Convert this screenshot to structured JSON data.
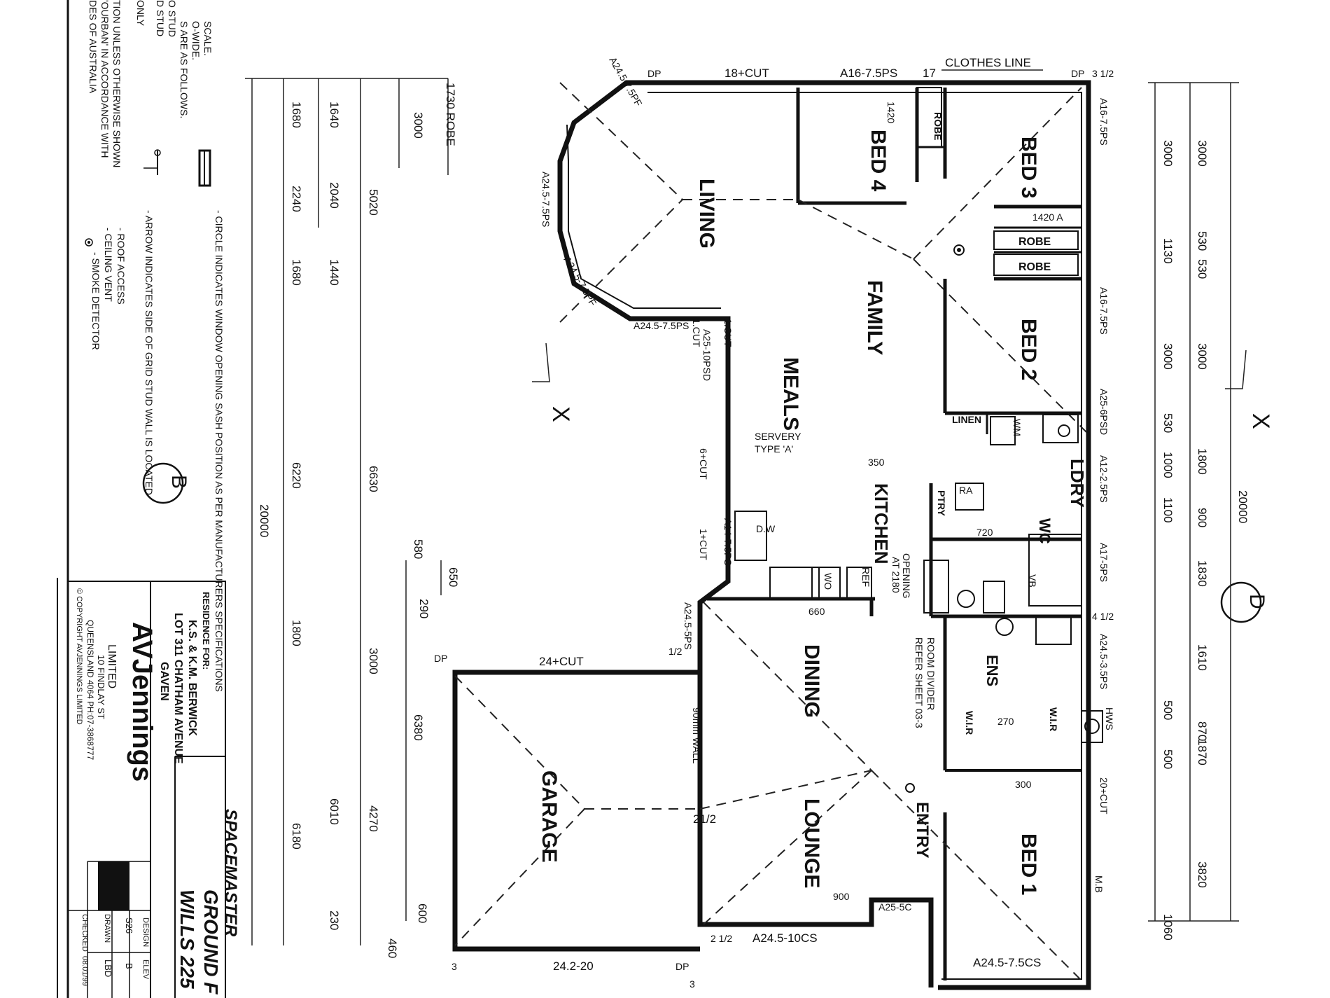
{
  "rooms": {
    "living": "LIVING",
    "bed4": "BED 4",
    "bed3": "BED 3",
    "bed2": "BED 2",
    "bed1": "BED 1",
    "family": "FAMILY",
    "meals": "MEALS",
    "kitchen": "KITCHEN",
    "dining": "DINING",
    "lounge": "LOUNGE",
    "garage": "GARAGE",
    "entry": "ENTRY",
    "ens": "ENS",
    "ldry": "LDRY",
    "wc": "WC",
    "robe": "ROBE",
    "linen": "LINEN",
    "wir": "W.I.R",
    "ptry": "PTRY"
  },
  "labels": {
    "clothes_line": "CLOTHES LINE",
    "servery": "SERVERY",
    "servery_type": "TYPE 'A'",
    "opening": "OPENING",
    "opening_at": "AT 2180",
    "room_divider": "ROOM DIVIDER",
    "refer_sheet": "REFER SHEET 03-3",
    "wall_90": "90mm WALL",
    "hws": "HWS",
    "mb": "M.B",
    "ref": "REF",
    "dw": "D.W",
    "wo": "WO",
    "vb": "VB",
    "wm": "WM",
    "ra": "RA",
    "section_x": "X",
    "elev_b": "B",
    "elev_d": "D"
  },
  "windows": {
    "w_top1": "18+CUT",
    "w_top2": "A16-7.5PS",
    "w_top3": "17",
    "w_bay1": "A24.5-7.5PF",
    "w_bay2": "A24.5-7.5PS",
    "w_bay3": "A24.5-7.5PF",
    "w_bay4": "A24.5-7.5PS",
    "w_meals": "A25-10PSD",
    "w_cut1": "1.CUT",
    "w_cut2": "1.CUT",
    "w_dp6": "6+CUT",
    "w_kit": "A14-7.5PS",
    "w_kit2": "1+CUT",
    "w_din": "A24.5-5PS",
    "w_gar": "24+CUT",
    "w_gar2": "21/2",
    "w_gar3": "24.2-20",
    "w_lnge": "A24.5-10CS",
    "w_bed1": "A24.5-7.5CS",
    "w_entry": "A25-5C",
    "w_r1": "A16-7.5PS",
    "w_r2": "A16-7.5PS",
    "w_r3": "A25-6PSD",
    "w_r4": "A12-2.5PS",
    "w_r5": "A17-5PS",
    "w_r6": "A24.5-3.5PS",
    "w_r7": "20+CUT"
  },
  "dims_right": [
    "3000",
    "1130",
    "530",
    "530",
    "3000",
    "530",
    "1000",
    "1100",
    "900",
    "1830",
    "1610",
    "500",
    "870",
    "500",
    "1870",
    "3820",
    "1060",
    "20000"
  ],
  "dims_right2": [
    "3000",
    "3000",
    "1800"
  ],
  "dims_left": [
    "1730 ROBE",
    "3000",
    "1640",
    "2040",
    "1440",
    "1680",
    "2240",
    "1680",
    "5020",
    "6630",
    "6220",
    "20000",
    "580",
    "650",
    "290",
    "1800",
    "3000",
    "6380",
    "6010",
    "4270",
    "6180",
    "230",
    "600",
    "460"
  ],
  "misc": [
    "3 1/2",
    "2 1/2",
    "1/2",
    "4 1/2",
    "1420 A",
    "1420",
    "720",
    "350",
    "300",
    "270",
    "660",
    "900",
    "DP",
    "3"
  ],
  "legend": {
    "lines": [
      "SCALE.",
      "O-WIDE.",
      "S ARE AS FOLLOWS.",
      "O STUD",
      "D STUD",
      "ONLY",
      "TION UNLESS OTHERWISE SHOWN",
      "'OURBAN' IN ACCORDANCE WITH",
      "DES OF AUSTRALIA"
    ],
    "sym1": "- CIRCLE INDICATES WINDOW OPENING SASH POSITION AS PER MANUFACTURERS SPECIFICATIONS",
    "sym2": "- ARROW INDICATES SIDE OF GRID STUD WALL IS LOCATED",
    "sym3": "- ROOF ACCESS",
    "sym4": "- CEILING VENT",
    "sym5": "- SMOKE DETECTOR"
  },
  "title_block": {
    "residence_for": "RESIDENCE FOR:",
    "client": "K.S. & K.M. BERWICK",
    "lot": "LOT 311 CHATHAM AVENUE",
    "suburb": "GAVEN",
    "company": "AVJennings",
    "limited": "LIMITED",
    "addr1": "10 FINDLAY ST",
    "addr2": "QUEENSLAND 4064 PH:07-3868777",
    "copyright": "© COPYRIGHT AVJENNINGS LIMITED",
    "product": "SPACEMASTER",
    "sheet": "GROUND F",
    "model": "WILLS 225",
    "design": "DESIGN",
    "elev": "ELEV",
    "drawn": "DRAWN",
    "checked": "CHECKED",
    "design_val": "S26",
    "elev_val": "B",
    "drawn_val": "LBD",
    "date_val": "08.01/99"
  }
}
